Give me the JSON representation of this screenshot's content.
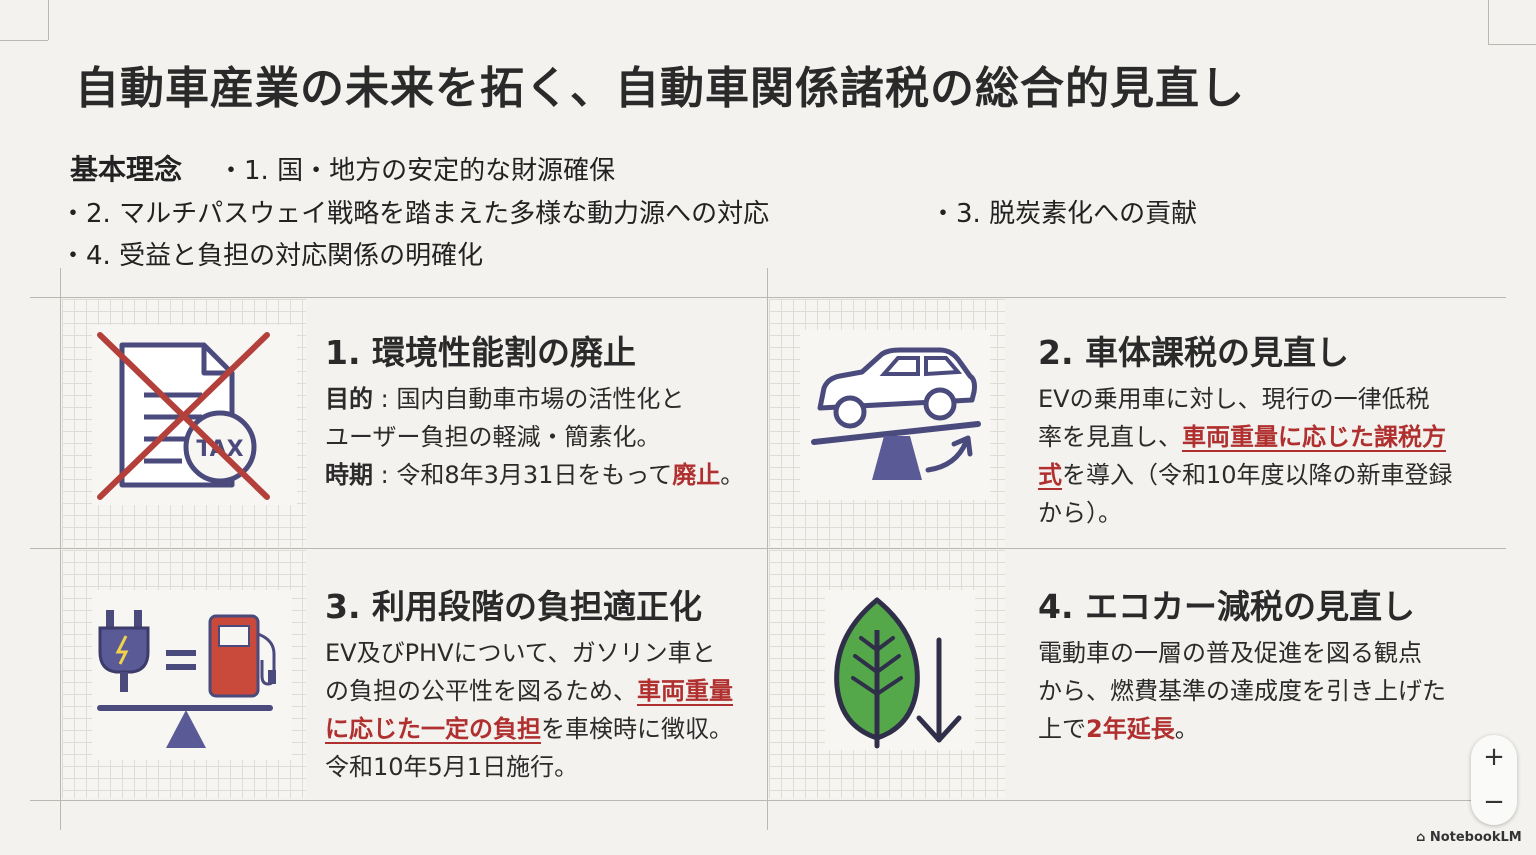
{
  "slide": {
    "title": "自動車産業の未来を拓く、自動車関係諸税の総合的見直し",
    "principles": {
      "heading": "基本理念",
      "items": [
        "・1. 国・地方の安定的な財源確保",
        "・2. マルチパスウェイ戦略を踏まえた多様な動力源への対応",
        "・3. 脱炭素化への貢献",
        "・4. 受益と負担の対応関係の明確化"
      ]
    },
    "cards": [
      {
        "title": "1. 環境性能割の廃止",
        "icon": "crossed-out-tax-document-icon",
        "purpose_label": "目的",
        "purpose_line1": " : 国内自動車市場の活性化と",
        "purpose_line2": "ユーザー負担の軽減・簡素化。",
        "timing_label": "時期",
        "timing_text": " : 令和8年3月31日をもって",
        "timing_emphasis": "廃止",
        "timing_end": "。"
      },
      {
        "title": "2. 車体課税の見直し",
        "icon": "car-on-seesaw-icon",
        "line1": "EVの乗用車に対し、現行の一律低税",
        "line2_pre": "率を見直し、",
        "line2_emphasis": "車両重量に応じた課税方",
        "line3_emphasis": "式",
        "line3_post": "を導入（令和10年度以降の新車登録",
        "line4": "から）。"
      },
      {
        "title": "3. 利用段階の負担適正化",
        "icon": "plug-equals-fuel-pump-icon",
        "line1": "EV及びPHVについて、ガソリン車と",
        "line2_pre": "の負担の公平性を図るため、",
        "line2_emphasis": "車両重量",
        "line3_emphasis": "に応じた一定の負担",
        "line3_post": "を車検時に徴収。",
        "line4": "令和10年5月1日施行。"
      },
      {
        "title": "4. エコカー減税の見直し",
        "icon": "leaf-with-down-arrow-icon",
        "line1": "電動車の一層の普及促進を図る観点",
        "line2": "から、燃費基準の達成度を引き上げた",
        "line3_pre": "上で",
        "line3_emphasis": "2年延長",
        "line3_post": "。"
      }
    ]
  },
  "zoom": {
    "in_label": "+",
    "out_label": "−"
  },
  "brand": "NotebookLM",
  "colors": {
    "accent_red": "#b03030",
    "icon_purple": "#4b4a7d",
    "leaf_green": "#4caf50"
  }
}
